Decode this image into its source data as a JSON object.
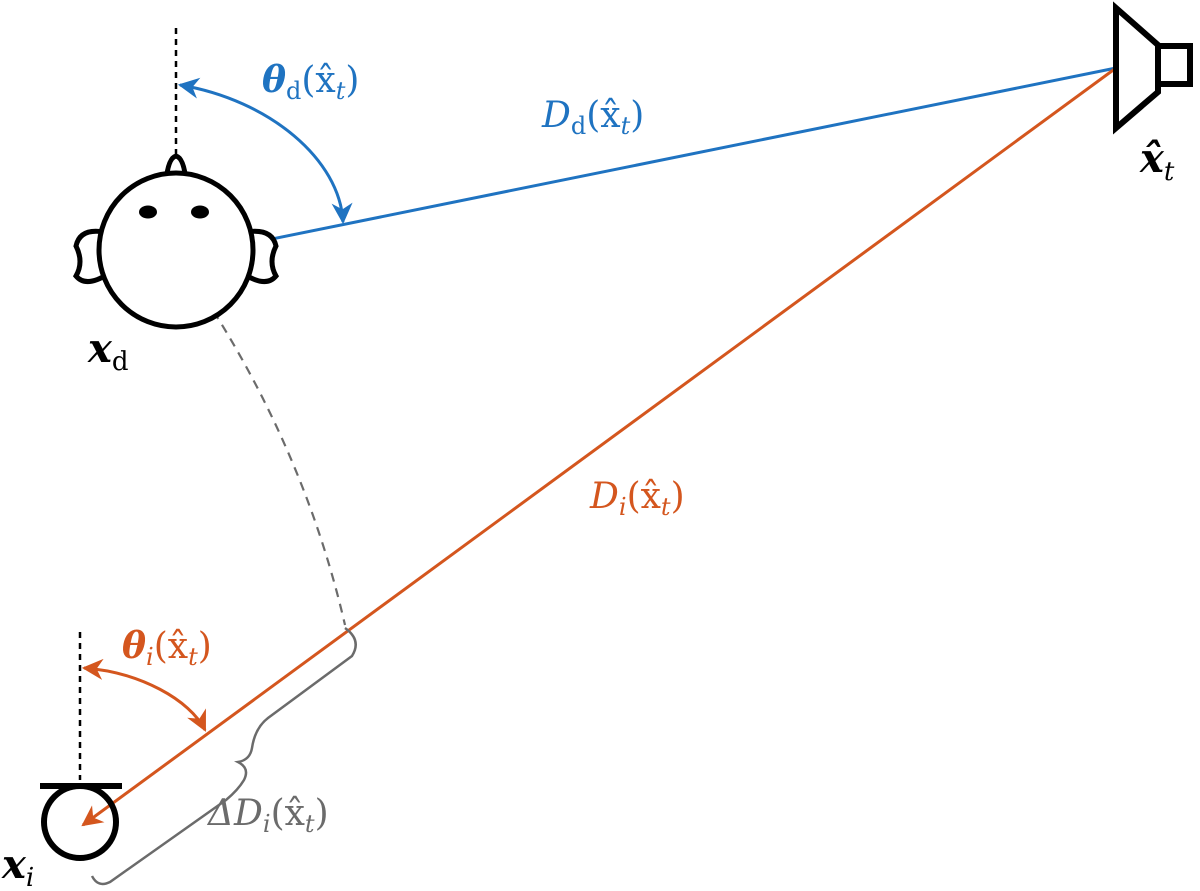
{
  "colors": {
    "direct": "#1f73c1",
    "indirect": "#d4561e",
    "neutral": "#6b6b6b",
    "ink": "#000000"
  },
  "labels": {
    "theta_d": {
      "main": "θ",
      "sub": "d",
      "arg": "(x̂",
      "arg_sub": "t",
      "close": ")"
    },
    "D_d": {
      "main": "D",
      "sub": "d",
      "arg": "(x̂",
      "arg_sub": "t",
      "close": ")"
    },
    "x_t": {
      "main": "x̂",
      "sub": "t"
    },
    "x_d": {
      "main": "x",
      "sub": "d"
    },
    "D_i": {
      "main": "D",
      "sub": "i",
      "arg": "(x̂",
      "arg_sub": "t",
      "close": ")"
    },
    "theta_i": {
      "main": "θ",
      "sub": "i",
      "arg": "(x̂",
      "arg_sub": "t",
      "close": ")"
    },
    "delta_D_i": {
      "main": "ΔD",
      "sub": "i",
      "arg": "(x̂",
      "arg_sub": "t",
      "close": ")"
    },
    "x_i": {
      "main": "x",
      "sub": "i"
    }
  },
  "icons": {
    "listener": "listener-head-icon",
    "source": "loudspeaker-icon",
    "microphone": "microphone-icon"
  }
}
